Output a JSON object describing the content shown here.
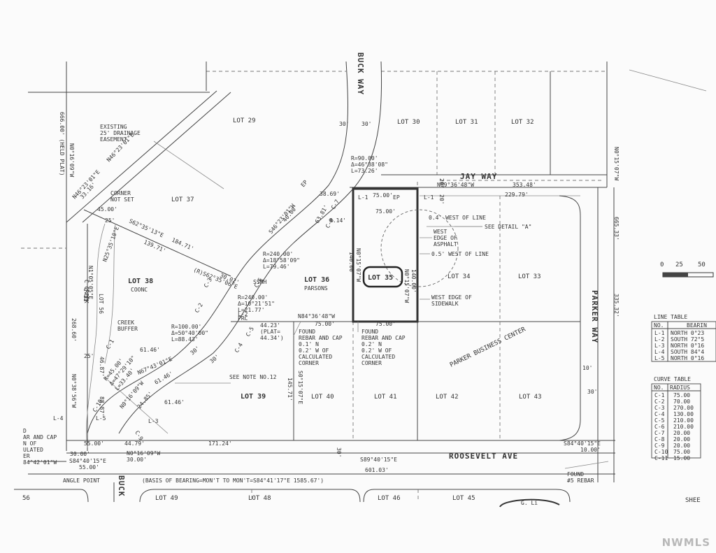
{
  "roads": {
    "buck_way_top": "BUCK WAY",
    "jay_way": "JAY WAY",
    "parker_way": "PARKER WAY",
    "roosevelt_ave": "ROOSEVELT AVE",
    "buck_bottom": "BUCK",
    "business_center": "PARKER BUSINESS CENTER"
  },
  "lots": {
    "lot29": "LOT 29",
    "lot30": "LOT 30",
    "lot31": "LOT 31",
    "lot32": "LOT 32",
    "lot37": "LOT 37",
    "lot38": "LOT 38",
    "lot38_owner": "COONC",
    "lot36": "LOT 36",
    "lot36_owner": "PARSONS",
    "lot35": "LOT 35",
    "lot34": "LOT 34",
    "lot33": "LOT 33",
    "lot39": "LOT 39",
    "lot40": "LOT 40",
    "lot41": "LOT 41",
    "lot42": "LOT 42",
    "lot43": "LOT 43",
    "lot49": "LOT 49",
    "lot48": "LOT 48",
    "lot46": "LOT 46",
    "lot45": "LOT 45",
    "lot56": "56"
  },
  "notes": {
    "drainage1": "EXISTING",
    "drainage2": "25' DRAINAGE",
    "drainage3": "EASEMENT",
    "corner1": "CORNER",
    "corner2": "NOT SET",
    "west_line_04": "0.4' WEST OF LINE",
    "see_detail": "SEE DETAIL \"A\"",
    "west_edge_asphalt1": "WEST",
    "west_edge_asphalt2": "EDGE OF",
    "west_edge_asphalt3": "ASPHALT",
    "west_line_05": "0.5' WEST OF LINE",
    "west_edge_sidewalk1": "WEST EDGE OF",
    "west_edge_sidewalk2": "SIDEWALK",
    "ssmh": "SSMH",
    "creek_buffer1": "CREEK",
    "creek_buffer2": "BUFFER",
    "see_note": "SEE NOTE NO.12",
    "found1_a": "FOUND",
    "found1_b": "REBAR AND CAP",
    "found1_c": "0.1' N",
    "found1_d": "0.2' W OF",
    "found1_e": "CALCULATED",
    "found1_f": "CORNER",
    "found2_a": "FOUND",
    "found2_b": "REBAR AND CAP",
    "found2_c": "0.2' N",
    "found2_d": "0.2' W OF",
    "found2_e": "CALCULATED",
    "found2_f": "CORNER",
    "found3_a": "FOUND",
    "found3_b": "#5 REBAR",
    "angle_point": "ANGLE POINT",
    "basis": "(BASIS OF BEARING=MON'T TO MON'T=S84°41'17\"E 1585.67')",
    "left_found_a": "D",
    "left_found_b": "AR AND CAP",
    "left_found_c": "N OF",
    "left_found_d": "ULATED",
    "left_found_e": "ER",
    "left_found_f": "84°42'01\"W",
    "sheet": "SHEE",
    "seal": "G. Li"
  },
  "dims": {
    "d_666": "666.00' (HELD PLAT)",
    "d_n0_16_09_top": "N0°16'09\"W",
    "d_n46_a": "N46°23'01\"E",
    "d_n46_b": "N46°23'01\"E",
    "d_3316": "33.16'",
    "d_45": "45.00'",
    "d_25a": "25'",
    "d_s62": "S62°35'13\"E",
    "d_18471": "184.71'",
    "d_13971": "139.71'",
    "d_r_s62": "(R)S62°35'06\"E",
    "d_3002": "30.02'",
    "d_n25_35_10": "N25°35'10\"E",
    "d_n1_05_05": "N1°05'05\"E",
    "d_creek": "C CREEK",
    "d_lot_56": "LOT 56",
    "d_26860": "268.60'",
    "d_n0_38_56": "N0°38'56\"W",
    "d_25b": "25'",
    "d_4687": "46.87'",
    "d_8887": "88.87'",
    "d_l5": "L-5",
    "d_l4": "L-4",
    "d_5500a": "55.00'",
    "d_3000a": "30.00'",
    "d_s84_40_15_a": "S84°40'15\"E",
    "d_5500b": "55.00'",
    "d_4479": "44.79'",
    "d_n0_16_09_b": "N0°16'09\"W",
    "d_3000b": "30.00'",
    "d_17124": "171.24'",
    "d_r45": "R=45.00'",
    "d_d45": "Δ=47°29'10\"",
    "d_l45": "L=33.40'",
    "d_n0_16_09_c": "N0°16'09\"W",
    "d_2485": "24.85'",
    "d_l3": "L-3",
    "d_6146a": "61.46'",
    "d_6146b": "61.46'",
    "d_6146c": "61.46'",
    "d_n67": "N67°43'01\"E",
    "d_r100": "R=100.00'",
    "d_d100": "Δ=50°40'00\"",
    "d_l100": "L=88.43'",
    "d_r240a": "R=240.00'",
    "d_d240a": "Δ=18°58'09\"",
    "d_l240a": "L=79.46'",
    "d_r240b": "R=240.00'",
    "d_d240b": "Δ=10°21'51\"",
    "d_l240b": "L=21.77'",
    "d_prc": "PRC",
    "d_l2": "L-2",
    "d_4423": "44.23'",
    "d_plat": "(PLAT=",
    "d_4434": "44.34')",
    "d_s46": "S46°23'01\"W",
    "d_4000": "40.00'",
    "d_6381": "63.81'",
    "d_814": "8.14'",
    "d_3869": "38.69'",
    "d_r90": "R=90.00'",
    "d_d90": "Δ=46°38'08\"",
    "d_l90": "L=73.26'",
    "d_ep1": "EP",
    "d_ep2": "EP",
    "d_l1a": "L-1",
    "d_l1b": "L-1",
    "d_7500a": "75.00'",
    "d_7500b": "75.00'",
    "d_7500c": "75.00'",
    "d_7500d": "75.00'",
    "d_n0_15_07a": "N0°15'07\"W",
    "d_14000a": "140.00'",
    "d_n0_15_07b": "N0°15'07\"W",
    "d_14000b": "140.00'",
    "d_n84_36_48a": "N84°36'48\"W",
    "d_n89": "N89°36'48\"W",
    "d_35348": "353.48'",
    "d_22979": "229.79'",
    "d_20a": "20'",
    "d_20b": "20'",
    "d_30a": "30'",
    "d_30b": "30'",
    "d_n0_15_07c": "N0°15'07\"W",
    "d_66533": "665.33'",
    "d_33532": "335.32'",
    "d_10": "10'",
    "d_30c": "30'",
    "d_30d": "30'",
    "d_30e": "30'",
    "d_30f": "30'",
    "d_s0_15_07": "S0°15'07\"E",
    "d_14571": "145.71'",
    "d_s89_40_15": "S89°40'15\"E",
    "d_60103": "601.03'",
    "d_s84_40_15_b": "S84°40'15\"E",
    "d_1000": "10.00'",
    "d_c1": "C-1",
    "d_c2": "C-2",
    "d_c3": "C-3",
    "d_c4": "C-4",
    "d_c5": "C-5",
    "d_c6": "C-6",
    "d_c7": "C-7",
    "d_c8": "C-8",
    "d_c9": "C-9",
    "d_c10": "C-10",
    "d_c11": "C-11"
  },
  "scale": {
    "s0": "0",
    "s25": "25",
    "s50": "50"
  },
  "line_table": {
    "title": "LINE TABLE",
    "headers": [
      "NO.",
      "BEARIN"
    ],
    "rows": [
      [
        "L-1",
        "NORTH 0°23"
      ],
      [
        "L-2",
        "SOUTH 72°5"
      ],
      [
        "L-3",
        "NORTH 0°16"
      ],
      [
        "L-4",
        "SOUTH 84°4"
      ],
      [
        "L-5",
        "NORTH 0°16"
      ]
    ]
  },
  "curve_table": {
    "title": "CURVE TABLE",
    "headers": [
      "NO.",
      "RADIUS"
    ],
    "rows": [
      [
        "C-1",
        "75.00"
      ],
      [
        "C-2",
        "70.00"
      ],
      [
        "C-3",
        "270.00"
      ],
      [
        "C-4",
        "130.00"
      ],
      [
        "C-5",
        "210.00"
      ],
      [
        "C-6",
        "210.00"
      ],
      [
        "C-7",
        "20.00"
      ],
      [
        "C-8",
        "20.00"
      ],
      [
        "C-9",
        "20.00"
      ],
      [
        "C-10",
        "75.00"
      ],
      [
        "C-11",
        "15.00"
      ]
    ]
  },
  "watermark": "NWMLS"
}
